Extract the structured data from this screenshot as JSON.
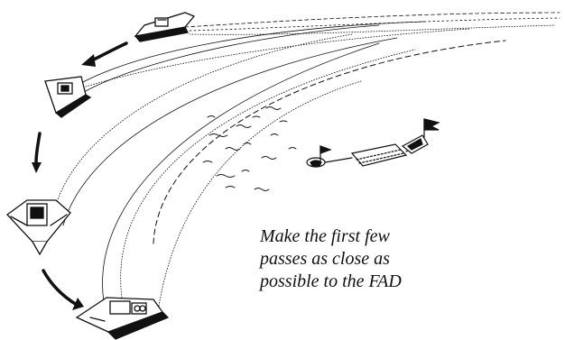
{
  "caption": {
    "lines": [
      "Make the first few",
      "passes as close as",
      "possible to the FAD"
    ]
  },
  "colors": {
    "ink": "#111111",
    "background": "#ffffff"
  },
  "icons": [
    "boat-icon",
    "turn-arrow-icon",
    "fad-buoy-icon",
    "water-ripple-icon",
    "marker-flag-icon"
  ]
}
